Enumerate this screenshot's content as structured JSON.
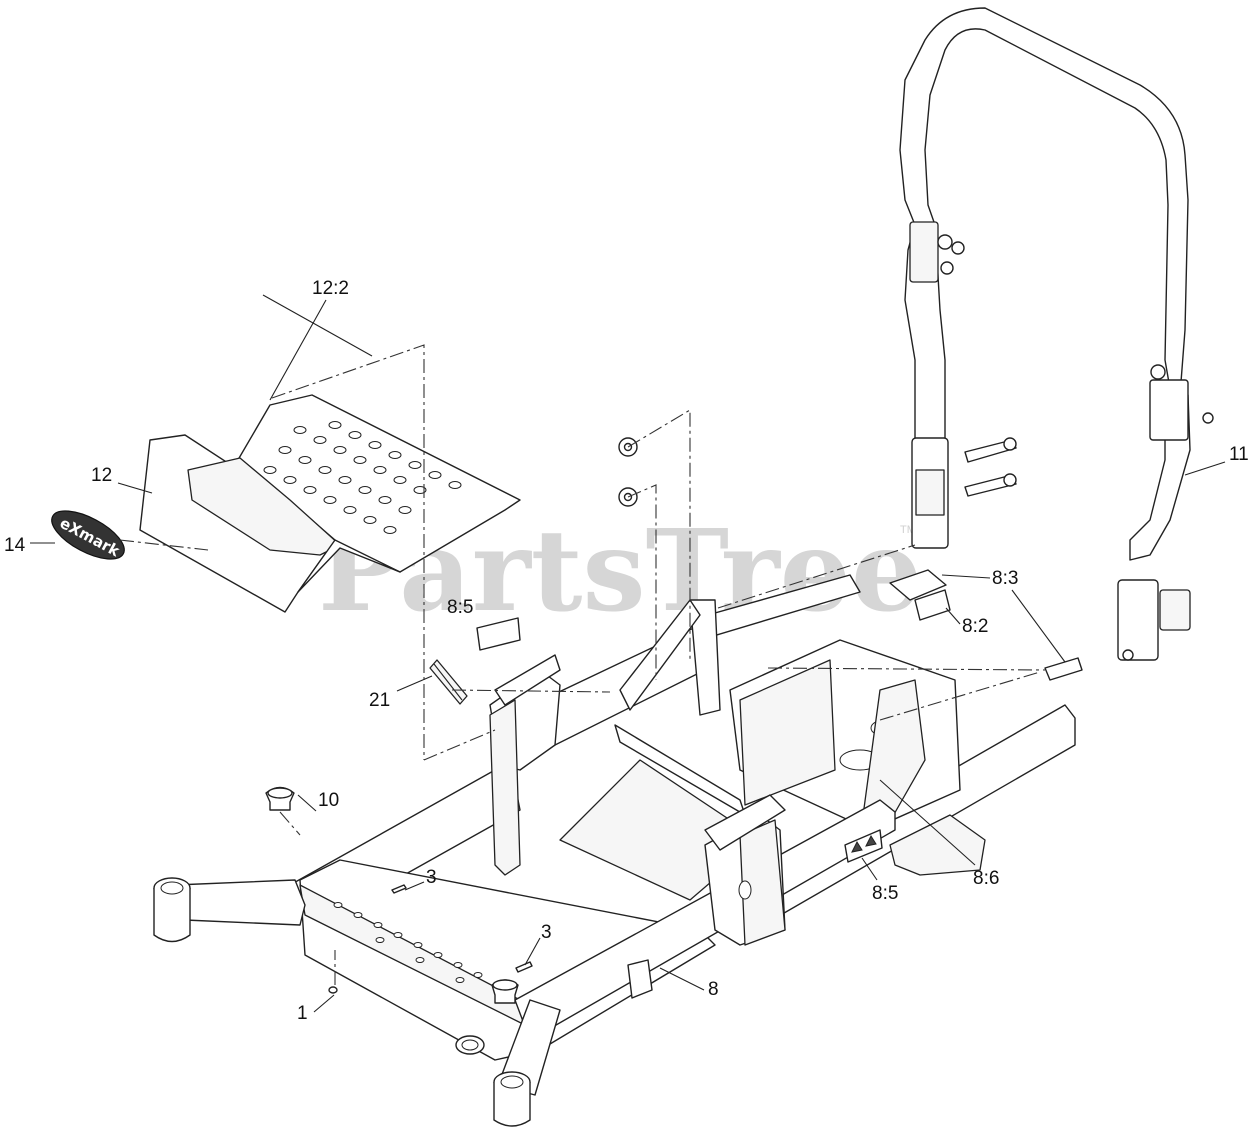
{
  "watermark": {
    "text": "PartsTree",
    "mark": "TM"
  },
  "logo": {
    "text": "eXmark"
  },
  "callouts": [
    {
      "id": "c-12-2",
      "label": "12:2"
    },
    {
      "id": "c-12",
      "label": "12"
    },
    {
      "id": "c-14",
      "label": "14"
    },
    {
      "id": "c-11",
      "label": "11"
    },
    {
      "id": "c-8-3",
      "label": "8:3"
    },
    {
      "id": "c-8-2",
      "label": "8:2"
    },
    {
      "id": "c-8-5-top",
      "label": "8:5"
    },
    {
      "id": "c-21",
      "label": "21"
    },
    {
      "id": "c-10",
      "label": "10"
    },
    {
      "id": "c-3-left",
      "label": "3"
    },
    {
      "id": "c-3-right",
      "label": "3"
    },
    {
      "id": "c-1",
      "label": "1"
    },
    {
      "id": "c-8",
      "label": "8"
    },
    {
      "id": "c-8-5-bottom",
      "label": "8:5"
    },
    {
      "id": "c-8-6",
      "label": "8:6"
    }
  ]
}
